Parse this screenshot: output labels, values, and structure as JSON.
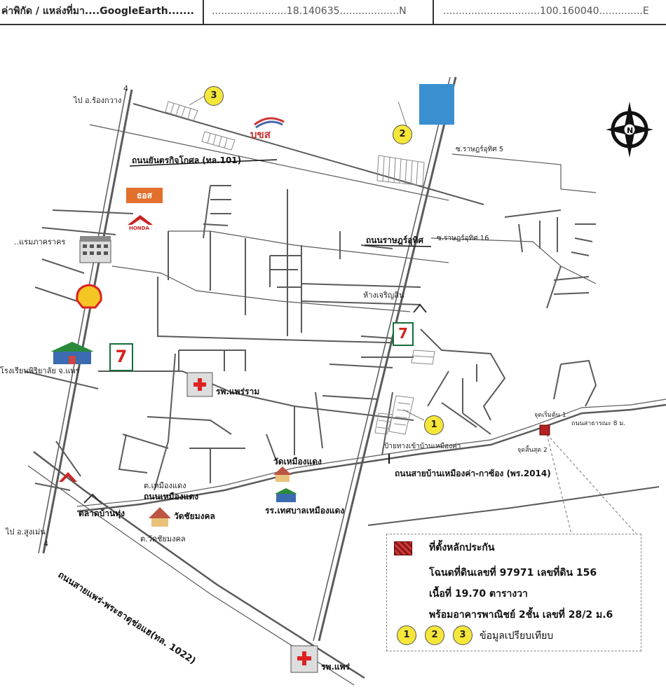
{
  "header": {
    "coord_label": "ค่าพิกัด / แหล่งที่มา....GoogleEarth.......",
    "lat_text": "........................18.140635...................N",
    "lon_text": "...............................100.160040..............E"
  },
  "roads": {
    "road_101": "ถนนยันตรกิจโกศล (ทล.101)",
    "road_rat": "ถนนราษฎร์อุทิศ",
    "road_2014": "ถนนสายบ้านเหมืองค่า-กาซ้อง (พร.2014)",
    "road_1022": "ถนนสายแพร่-พระธาตุช่อแฮ(ทล. 1022)",
    "road_muangdaeng": "ถนนเหมืองแดง",
    "soi_rat5": "ซ.ราษฎร์อุทิศ 5",
    "soi_rat16": "ซ.ราษฎร์อุทิศ 16",
    "to_rongkwang": "ไป อ.ร้องกวาง",
    "to_sungmen": "ไป อ.สูงเม่น",
    "route_4_top": "4",
    "route_4_bottom": "4",
    "road_khao": "ถนนสาธารณะ 8 ม."
  },
  "places": {
    "hotel": "..แรมภาคราคร",
    "school_phiriyalai": "โรงเรียนพิริยาลัย จ.แพร่",
    "hospital_phraeram": "รพ.แพร่ราม",
    "hospital_phrae": "รพ.แพร่",
    "shop_charoensin": "ห้างเจริญสิน",
    "wat_muangdaeng": "วัดเหมืองแดง",
    "school_tesaban": "รร.เทศบาลเหมืองแดง",
    "tambon_muangdaeng": "ต.เหมืองแดง",
    "market_bansung": "ตลาดบ้านทุ่ง",
    "wat_chaimongkol": "วัดชัยมงคล",
    "tambon_watchai": "ต.วัดชัยมงคล",
    "sign_entrance": "ป้ายทางเข้าบ้านเหมืองค่า",
    "point_start": "จุดเริ่มต้น 1",
    "point_end": "จุดสิ้นสุด 2",
    "baac_brand": "ธอส",
    "honda_brand": "HONDA",
    "seven_brand": "7",
    "baac_logo": "บขส"
  },
  "markers": [
    "1",
    "2",
    "3"
  ],
  "legend": {
    "title": "ที่ตั้งหลักประกัน",
    "line1": "โฉนดที่ดินเลขที่ 97971 เลขที่ดิน 156",
    "line2": "เนื้อที่ 19.70 ตารางวา",
    "line3": "พร้อมอาคารพาณิชย์ 2ชั้น เลขที่ 28/2 ม.6",
    "compare_label": "ข้อมูลเปรียบเทียบ",
    "circles": [
      "1",
      "2",
      "3"
    ]
  },
  "colors": {
    "road": "#555555",
    "marker": "#f5e63a",
    "blue_plot": "#3a8fd0",
    "subject": "#b22222"
  },
  "icons": [
    "north-arrow-icon",
    "shell-logo-icon",
    "seven-eleven-icon",
    "honda-logo-icon",
    "building-icon",
    "temple-icon",
    "hospital-icon"
  ]
}
